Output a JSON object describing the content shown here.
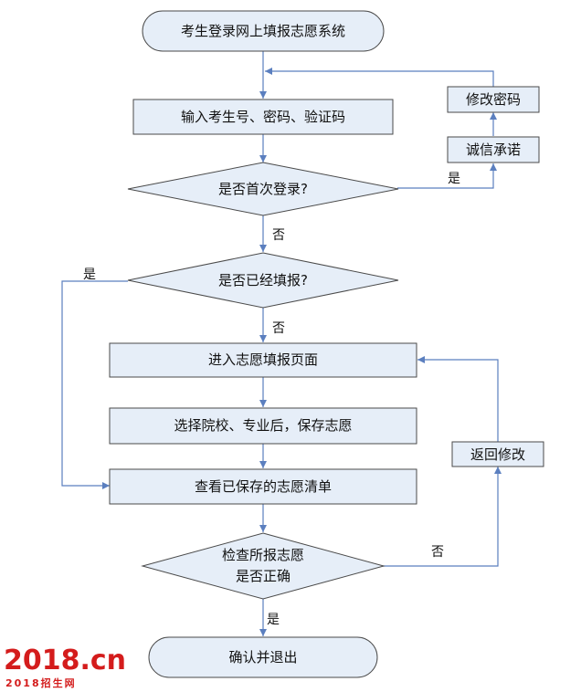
{
  "nodes": {
    "start": "考生登录网上填报志愿系统",
    "input_credentials": "输入考生号、密码、验证码",
    "first_login_q": "是否首次登录?",
    "change_password": "修改密码",
    "integrity_pledge": "诚信承诺",
    "already_filled_q": "是否已经填报?",
    "enter_page": "进入志愿填报页面",
    "select_save": "选择院校、专业后，保存志愿",
    "view_list": "查看已保存的志愿清单",
    "check_q_line1": "检查所报志愿",
    "check_q_line2": "是否正确",
    "return_modify": "返回修改",
    "end": "确认并退出"
  },
  "edge_labels": {
    "first_login_yes": "是",
    "first_login_no": "否",
    "filled_yes": "是",
    "filled_no": "否",
    "check_no": "否",
    "check_yes": "是"
  },
  "watermark": {
    "main": "2018.cn",
    "sub": "2018招生网"
  },
  "colors": {
    "box_fill": "#e6eef8",
    "box_stroke": "#4a4a4a",
    "edge": "#5b7fbf",
    "watermark": "#d41c1c"
  }
}
